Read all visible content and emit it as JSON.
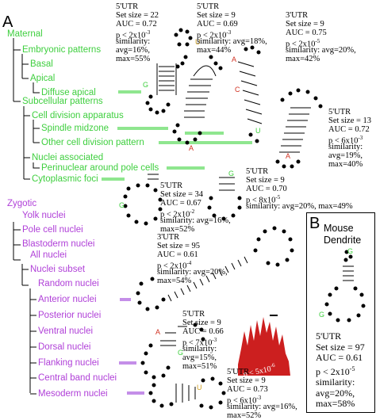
{
  "panel_a": "A",
  "panel_b": "B",
  "maternal": {
    "header": "Maternal",
    "items": [
      "Embryonic patterns",
      "Basal",
      "Apical",
      "Diffuse apical",
      "Subcellular patterns",
      "Cell division apparatus",
      "Spindle midzone",
      "Other cell division pattern",
      "Nuclei associated",
      "Perinuclear around pole cells",
      "Cytoplasmic foci"
    ]
  },
  "zygotic": {
    "header": "Zygotic",
    "items": [
      "Yolk nuclei",
      "Pole cell nuclei",
      "Blastoderm nuclei",
      "All nuclei",
      "Nuclei subset",
      "Random nuclei",
      "Anterior nuclei",
      "Posterior nuclei",
      "Ventral nuclei",
      "Dorsal nuclei",
      "Flanking nuclei",
      "Central band nuclei",
      "Mesoderm nuclei"
    ]
  },
  "stats": {
    "s1": [
      "5'UTR",
      "Set size = 22",
      "AUC = 0.72",
      "p < 2x10",
      "avg=16%,",
      "max=55%"
    ],
    "s1_prefix": "similarity:",
    "s2": [
      "5'UTR",
      "Set size = 9",
      "AUC = 0.69",
      "p < 2x10",
      "similarity: avg=18%,",
      "max=44%"
    ],
    "s3": [
      "3'UTR",
      "Set size = 9",
      "AUC = 0.75",
      "p < 2x10",
      "similarity: avg=20%,",
      "max=42%"
    ],
    "s4": [
      "5'UTR",
      "Set size = 13",
      "AUC = 0.72",
      "p < 6x10",
      "similarity:",
      "avg=19%,",
      "max=40%"
    ],
    "s5": [
      "5'UTR",
      "Set size = 34",
      "AUC = 0.67",
      "p < 2x10",
      "similarity: avg=16%,",
      "max=52%"
    ],
    "s6": [
      "5'UTR",
      "Set size = 9",
      "AUC = 0.70",
      "p < 8x10",
      "similarity: avg=20%, max=49%"
    ],
    "s7": [
      "3'UTR",
      "Set size = 95",
      "AUC = 0.61",
      "p < 2x10",
      "similarity: avg=20%,",
      "max=54%"
    ],
    "s8": [
      "5'UTR",
      "Set size = 9",
      "AUC = 0.66",
      "p < 7x10",
      "similarity:",
      "avg=15%,",
      "max=51%"
    ],
    "s9": [
      "5'UTR",
      "Set size = 9",
      "AUC = 0.73",
      "p < 6x10",
      "similarity: avg=16%,",
      "max=52%"
    ],
    "exps": {
      "e1": "-3",
      "e2": "-3",
      "e3": "-5",
      "e4": "-3",
      "e5": "-2",
      "e6": "-5",
      "e7": "-4",
      "e8": "-3",
      "e9": "-3"
    },
    "histogram_p": "p < 5x10",
    "histogram_exp": "-6"
  },
  "mouse": {
    "title_line1": "Mouse",
    "title_line2": "Dendrite",
    "stats": [
      "5'UTR",
      "Set size = 97",
      "AUC = 0.61",
      "p < 2x10",
      "similarity:",
      "avg=20%,",
      "max=58%"
    ],
    "exp": "-5"
  },
  "colors": {
    "maternal_text": "#3fcf3f",
    "zygotic_text": "#b040d8",
    "maternal_connector": "#8fe68f",
    "zygotic_connector": "#c48ee8",
    "histogram": "#cc1f1f"
  },
  "structure_letters": [
    "U",
    "G",
    "A",
    "C"
  ]
}
